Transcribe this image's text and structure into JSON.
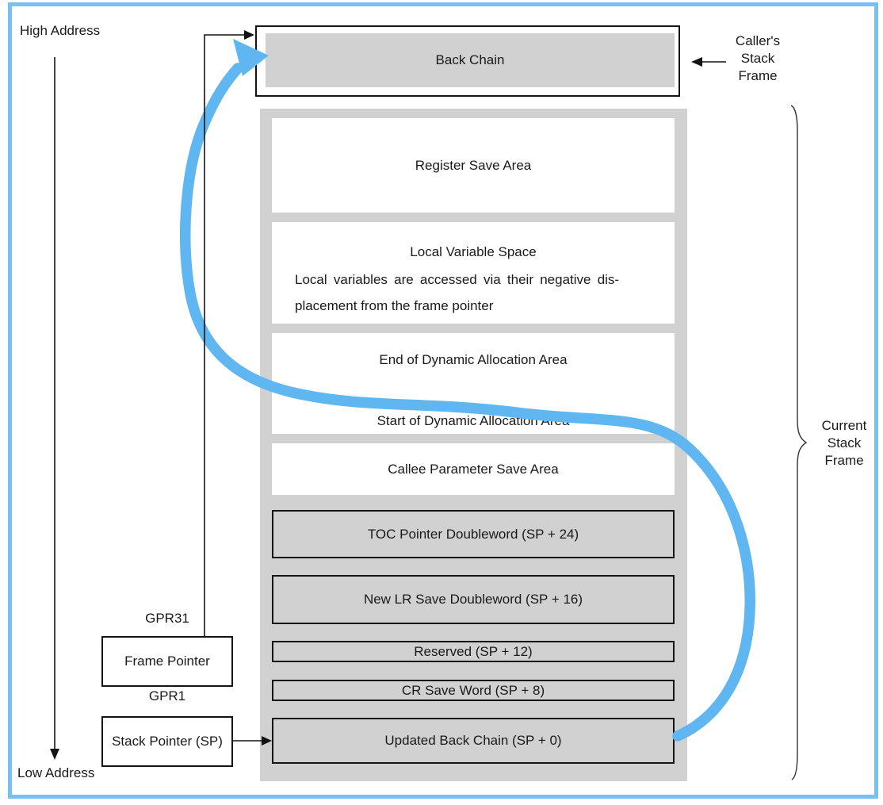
{
  "address_axis": {
    "high": "High Address",
    "low": "Low Address"
  },
  "caller_frame": {
    "box_label": "Back Chain",
    "side_label_lines": [
      "Caller's",
      "Stack",
      "Frame"
    ]
  },
  "registers": {
    "gpr31": "GPR31",
    "frame_pointer": "Frame Pointer",
    "gpr1": "GPR1",
    "stack_pointer": "Stack Pointer (SP)"
  },
  "current_frame": {
    "side_label_lines": [
      "Current",
      "Stack",
      "Frame"
    ],
    "areas": {
      "register_save": "Register Save Area",
      "local_variable": {
        "title": "Local Variable Space",
        "body_line1": "Local variables are accessed via their negative dis-",
        "body_line2": "placement from the frame pointer"
      },
      "dynamic_alloc": {
        "end": "End of Dynamic Allocation Area",
        "start": "Start of Dynamic Allocation Area"
      },
      "callee_param_save": "Callee Parameter Save Area",
      "toc_pointer": "TOC Pointer Doubleword (SP + 24)",
      "new_lr_save": "New LR Save Doubleword (SP + 16)",
      "reserved": "Reserved (SP + 12)",
      "cr_save": "CR Save Word (SP + 8)",
      "updated_back_chain": "Updated Back Chain (SP + 0)"
    }
  },
  "colors": {
    "accent_blue_arrow": "#5FB6F1",
    "frame_border_blue": "#77C0EF",
    "box_gray": "#D1D1D1",
    "line_black": "#141414"
  }
}
